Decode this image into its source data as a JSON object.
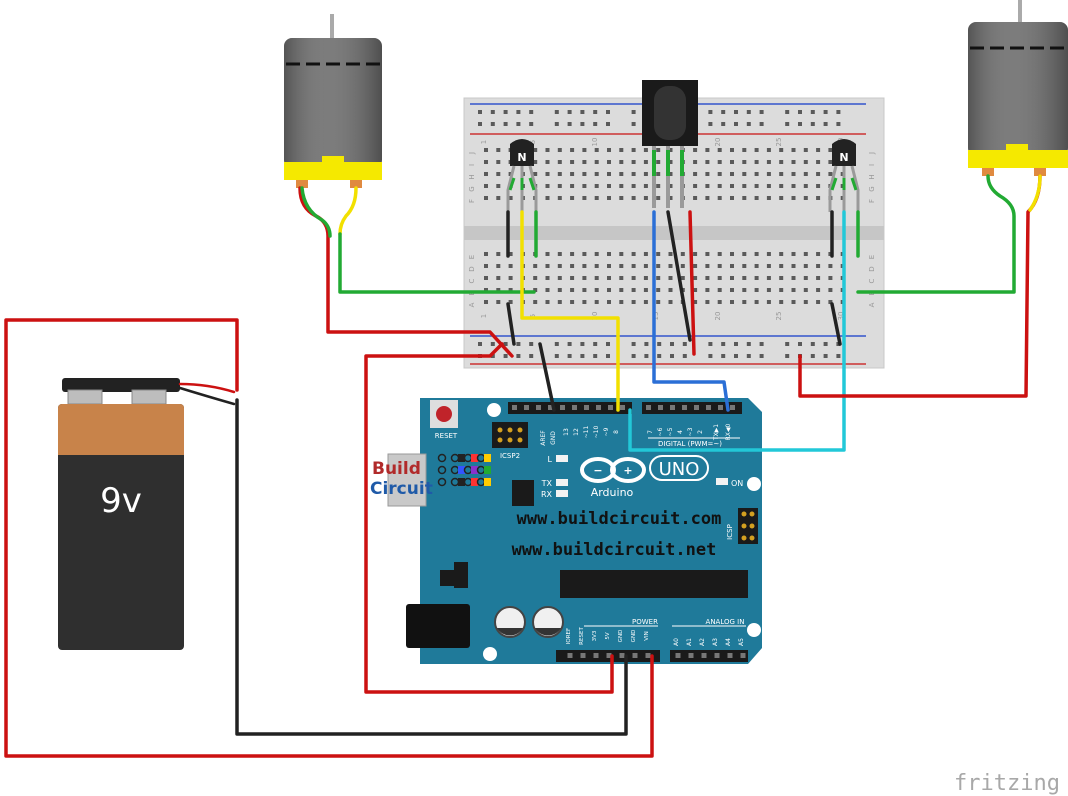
{
  "battery": {
    "label": "9v"
  },
  "arduino": {
    "reset_label": "RESET",
    "icsp2_label": "ICSP2",
    "icsp_label": "ICSP",
    "aref_label": "AREF",
    "gnd_label": "GND",
    "digital_pins": [
      "13",
      "12",
      "~11",
      "~10",
      "~9",
      "8",
      "7",
      "~6",
      "~5",
      "4",
      "~3",
      "2",
      "TX▶1",
      "RX◀0"
    ],
    "digital_label": "DIGITAL (PWM=~)",
    "uno_label": "UNO",
    "brand_label": "Arduino",
    "led_l": "L",
    "led_tx": "TX",
    "led_rx": "RX",
    "led_on": "ON",
    "power_label": "POWER",
    "analog_label": "ANALOG IN",
    "power_pins": [
      "IOREF",
      "RESET",
      "3V3",
      "5V",
      "GND",
      "GND",
      "VIN"
    ],
    "analog_pins": [
      "A0",
      "A1",
      "A2",
      "A3",
      "A4",
      "A5"
    ],
    "url_com": "www.buildcircuit.com",
    "url_net": "www.buildcircuit.net"
  },
  "logo": {
    "line1": "Build",
    "line2": "Circuit"
  },
  "transistor": {
    "mark": "N"
  },
  "breadboard": {
    "col_numbers": [
      "1",
      "5",
      "10",
      "15",
      "20",
      "25",
      "30"
    ],
    "row_letters": [
      "J",
      "I",
      "H",
      "G",
      "F",
      "E",
      "D",
      "C",
      "B",
      "A"
    ]
  },
  "watermark": "fritzing",
  "colors": {
    "red_wire": "#cc1111",
    "black_wire": "#222222",
    "green_wire": "#22aa33",
    "yellow_wire": "#f2e000",
    "blue_wire": "#2b6fd6",
    "cyan_wire": "#22c8d8",
    "board_teal": "#1f7a9a",
    "motor_yellow": "#f5e900"
  }
}
